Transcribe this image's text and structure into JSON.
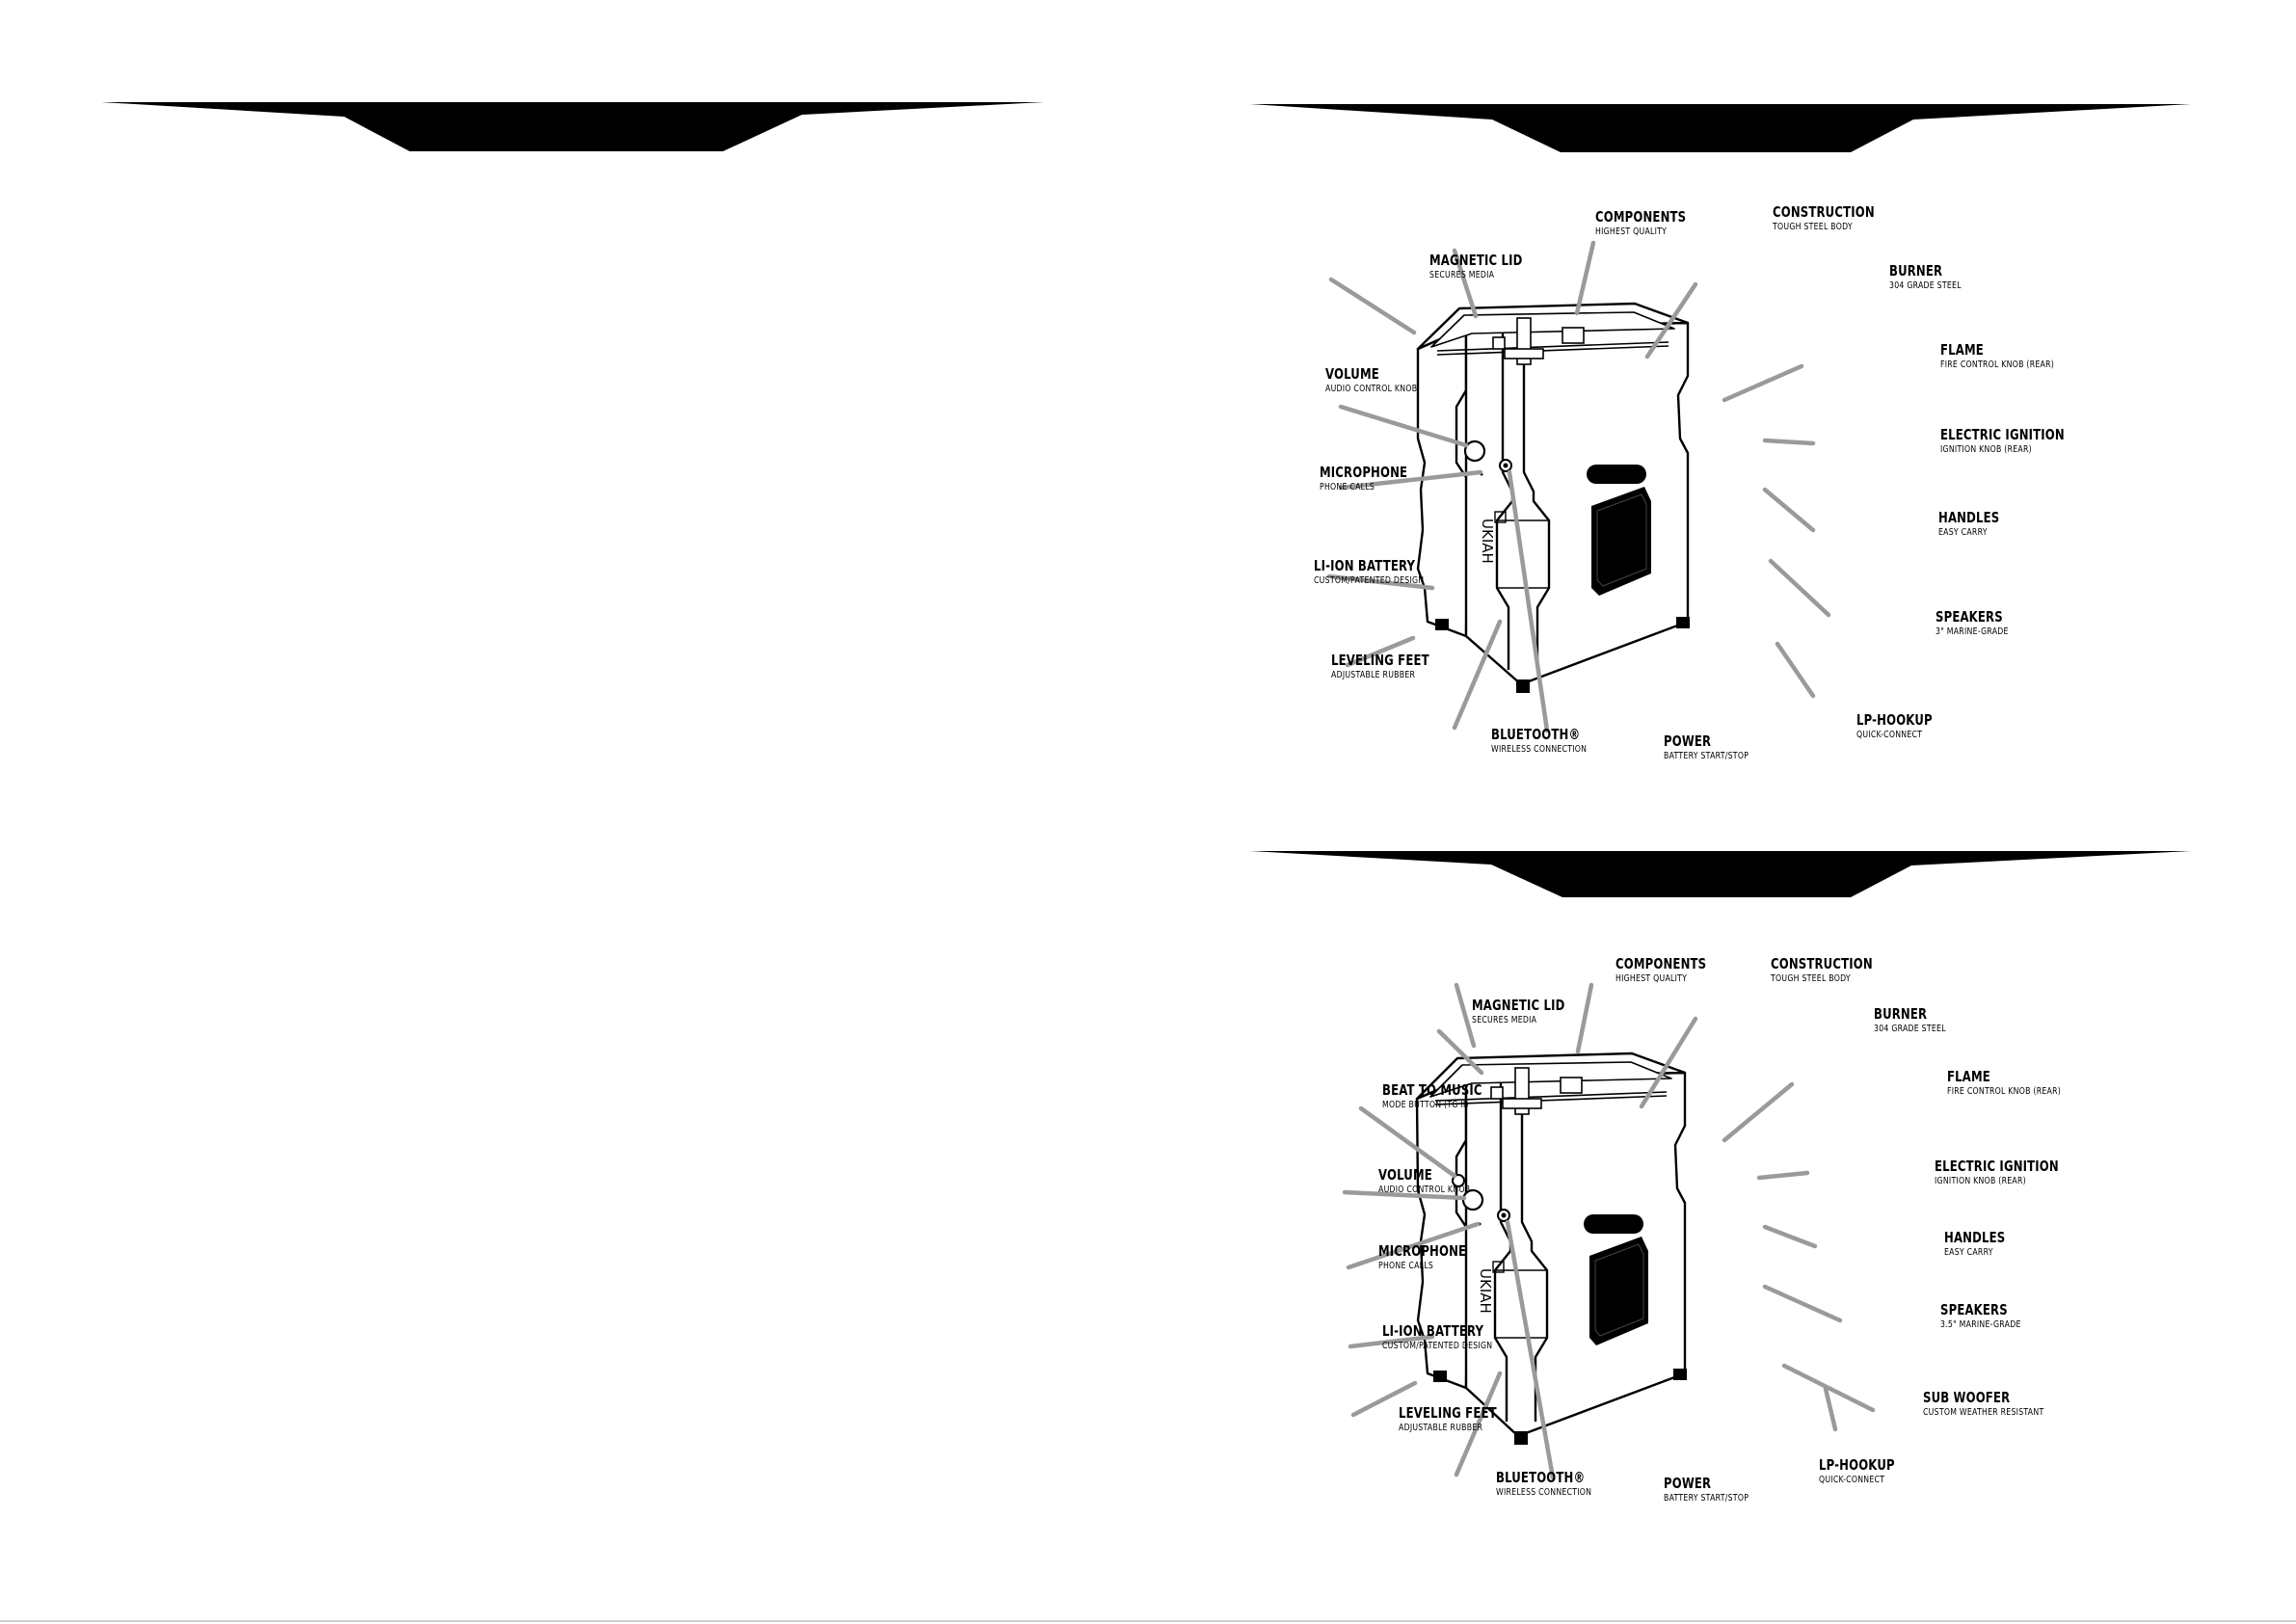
{
  "diagram_top": {
    "brand": "UKIAH",
    "labels": {
      "components": {
        "title": "COMPONENTS",
        "sub": "HIGHEST QUALITY"
      },
      "construction": {
        "title": "CONSTRUCTION",
        "sub": "TOUGH STEEL BODY"
      },
      "magnetic_lid": {
        "title": "MAGNETIC LID",
        "sub": "SECURES MEDIA"
      },
      "burner": {
        "title": "BURNER",
        "sub": "304 GRADE STEEL"
      },
      "volume": {
        "title": "VOLUME",
        "sub": "AUDIO CONTROL KNOB"
      },
      "flame": {
        "title": "FLAME",
        "sub": "FIRE CONTROL KNOB (REAR)"
      },
      "electric_ignition": {
        "title": "ELECTRIC IGNITION",
        "sub": "IGNITION  KNOB (REAR)"
      },
      "microphone": {
        "title": "MICROPHONE",
        "sub": "PHONE CALLS"
      },
      "handles": {
        "title": "HANDLES",
        "sub": "EASY CARRY"
      },
      "battery": {
        "title": "LI-ION BATTERY",
        "sub": "CUSTOM/PATENTED DESIGN"
      },
      "speakers": {
        "title": "SPEAKERS",
        "sub": "3\" MARINE-GRADE"
      },
      "leveling_feet": {
        "title": "LEVELING FEET",
        "sub": "ADJUSTABLE RUBBER"
      },
      "lp_hookup": {
        "title": "LP-HOOKUP",
        "sub": "QUICK-CONNECT"
      },
      "bluetooth": {
        "title": "BLUETOOTH®",
        "sub": "WIRELESS CONNECTION"
      },
      "power": {
        "title": "POWER",
        "sub": "BATTERY START/STOP"
      }
    }
  },
  "diagram_bottom": {
    "brand": "UKIAH",
    "labels": {
      "components": {
        "title": "COMPONENTS",
        "sub": "HIGHEST QUALITY"
      },
      "construction": {
        "title": "CONSTRUCTION",
        "sub": "TOUGH STEEL BODY"
      },
      "magnetic_lid": {
        "title": "MAGNETIC LID",
        "sub": "SECURES MEDIA"
      },
      "burner": {
        "title": "BURNER",
        "sub": "304 GRADE STEEL"
      },
      "beat_to_music": {
        "title": "BEAT TO MUSIC",
        "sub": "MODE BUTTON (TG II)"
      },
      "flame": {
        "title": "FLAME",
        "sub": "FIRE CONTROL KNOB (REAR)"
      },
      "electric_ignition": {
        "title": "ELECTRIC IGNITION",
        "sub": "IGNITION KNOB (REAR)"
      },
      "volume": {
        "title": "VOLUME",
        "sub": "AUDIO CONTROL KNOB"
      },
      "handles": {
        "title": "HANDLES",
        "sub": "EASY CARRY"
      },
      "microphone": {
        "title": "MICROPHONE",
        "sub": "PHONE CALLS"
      },
      "speakers": {
        "title": "SPEAKERS",
        "sub": "3.5\" MARINE-GRADE"
      },
      "battery": {
        "title": "LI-ION BATTERY",
        "sub": "CUSTOM/PATENTED DESIGN"
      },
      "sub_woofer": {
        "title": "SUB WOOFER",
        "sub": "CUSTOM WEATHER RESISTANT"
      },
      "leveling_feet": {
        "title": "LEVELING FEET",
        "sub": "ADJUSTABLE RUBBER"
      },
      "lp_hookup": {
        "title": "LP-HOOKUP",
        "sub": "QUICK-CONNECT"
      },
      "bluetooth": {
        "title": "BLUETOOTH®",
        "sub": "WIRELESS CONNECTION"
      },
      "power": {
        "title": "POWER",
        "sub": "BATTERY START/STOP"
      }
    }
  }
}
